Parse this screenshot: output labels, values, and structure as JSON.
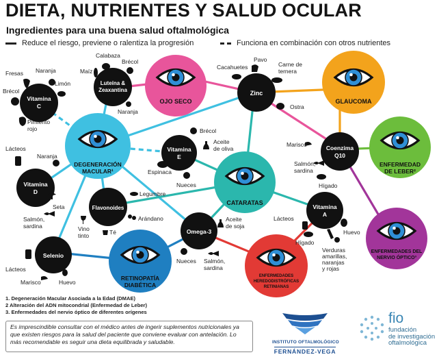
{
  "header": {
    "title": "DIETA, NUTRIENTES Y SALUD OCULAR",
    "subtitle": "Ingredientes para una buena salud oftalmológica"
  },
  "legend": {
    "solid": "Reduce el riesgo, previene o ralentiza la progresión",
    "dashed": "Funciona en combinación con otros nutrientes"
  },
  "colors": {
    "ojo_seco": "#e8559b",
    "glaucoma": "#f3a31c",
    "dmae": "#3fc0e1",
    "cataratas": "#2bb7ad",
    "leber": "#6cbd3c",
    "nervio": "#a2359a",
    "retinopatia": "#1f7fc1",
    "hereditarias": "#e23a35",
    "nutrient": "#111111"
  },
  "diseases": {
    "ojo_seco": "OJO SECO",
    "glaucoma": "GLAUCOMA",
    "dmae": [
      "DEGENERACIÓN",
      "MACULAR¹"
    ],
    "cataratas": "CATARATAS",
    "leber": [
      "ENFERMEDAD",
      "DE LEBER²"
    ],
    "nervio": [
      "ENFERMEDADES DEL",
      "NERVIO ÓPTICO³"
    ],
    "retinopatia": [
      "RETINOPATÍA",
      "DIABÉTICA"
    ],
    "hereditarias": [
      "ENFERMEDADES",
      "HEREDODISTRÓFICAS",
      "RETINIANAS"
    ]
  },
  "nutrients": {
    "vitamina_c": [
      "Vitamina",
      "C"
    ],
    "luteina": [
      "Luteína &",
      "Zeaxantina"
    ],
    "zinc": "Zinc",
    "vitamina_e": [
      "Vitamina",
      "E"
    ],
    "coenzima": [
      "Coenzima",
      "Q10"
    ],
    "vitamina_d": [
      "Vitamina",
      "D"
    ],
    "flavonoides": "Flavonoides",
    "omega3": "Omega-3",
    "vitamina_a": [
      "Vitamina",
      "A"
    ],
    "selenio": "Selenio"
  },
  "foods": {
    "fresas": "Fresas",
    "naranja_c": "Naranja",
    "limon": "Limón",
    "brecol_c": "Brécol",
    "pimiento": [
      "Pimiento",
      "rojo"
    ],
    "maiz": "Maíz",
    "calabaza": "Calabaza",
    "brecol_l": "Brécol",
    "naranja_l": "Naranja",
    "cacahuetes": "Cacahuetes",
    "pavo": "Pavo",
    "carne": [
      "Carne de",
      "ternera"
    ],
    "ostra": "Ostra",
    "brecol_e": "Brécol",
    "aceite_oliva": [
      "Aceite",
      "de oliva"
    ],
    "espinaca": "Espinaca",
    "nueces_e": "Nueces",
    "marisco_q": "Marisco",
    "salmon_q": [
      "Salmón,",
      "sardina"
    ],
    "higado_q": "Hígado",
    "lacteos_d": "Lácteos",
    "naranja_d": "Naranja",
    "seta": "Seta",
    "salmon_d": [
      "Salmón,",
      "sardina"
    ],
    "legumbre": "Legumbre",
    "arandano": "Arándano",
    "vino": [
      "Vino",
      "tinto"
    ],
    "te": "Té",
    "aceite_soja": [
      "Aceite",
      "de soja"
    ],
    "nueces_o": "Nueces",
    "salmon_o": [
      "Salmón,",
      "sardina"
    ],
    "lacteos_a": "Lácteos",
    "huevo_a": "Huevo",
    "higado_a": "Hígado",
    "verduras": [
      "Verduras",
      "amarillas,",
      "naranjas",
      "y rojas"
    ],
    "lacteos_s": "Lácteos",
    "marisco_s": "Marisco",
    "huevo_s": "Huevo"
  },
  "footnotes": [
    "1. Degeneración Macular Asociada a la Edad (DMAE)",
    "2 Alteración del ADN mitocondrial (Enfermedad de Leber)",
    "3. Enfermedades del nervio óptico de diferentes orígenes"
  ],
  "note": "Es imprescindible consultar con el médico antes de ingerir suplementos nutricionales ya que existen riesgos para la salud del paciente que conviene evaluar con antelación. Lo más recomendable es seguir una dieta equilibrada y saludable.",
  "logos": {
    "ifv_line1": "INSTITUTO OFTALMOLÓGICO",
    "ifv_line2": "FERNÁNDEZ-VEGA",
    "fio_mark": "fio",
    "fio_line1": "fundación",
    "fio_line2": "de investigación",
    "fio_line3": "oftalmológica"
  }
}
